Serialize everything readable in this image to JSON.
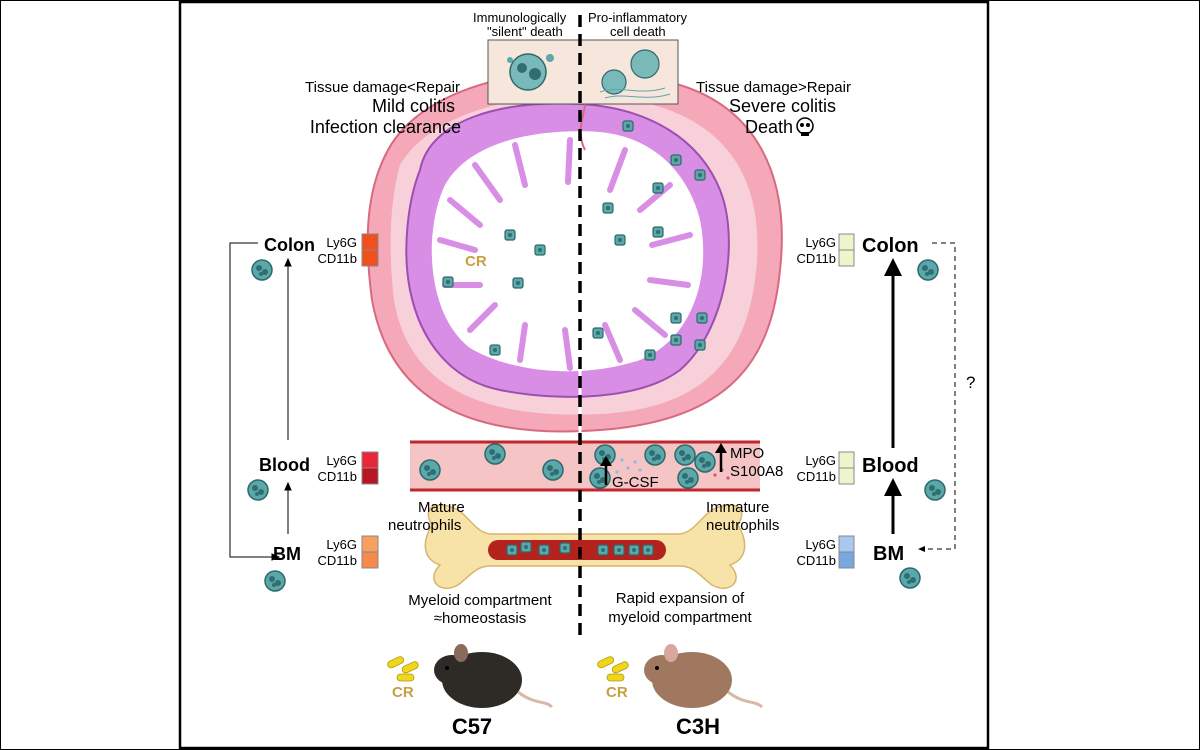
{
  "top": {
    "silent_line1": "Immunologically",
    "silent_line2": "\"silent\" death",
    "proinf_line1": "Pro-inflammatory",
    "proinf_line2": "cell death"
  },
  "left_outcome": {
    "line1": "Tissue damage<Repair",
    "line2": "Mild colitis",
    "line3": "Infection clearance"
  },
  "right_outcome": {
    "line1": "Tissue damage>Repair",
    "line2": "Severe colitis",
    "line3": "Death"
  },
  "colon_label": "CR",
  "markers": {
    "ly6g": "Ly6G",
    "cd11b": "CD11b"
  },
  "compartments": {
    "colon": "Colon",
    "blood": "Blood",
    "bm": "BM"
  },
  "question_mark": "?",
  "blood_annotations": {
    "gcsf": "G-CSF",
    "mpo": "MPO",
    "s100a8": "S100A8"
  },
  "bone": {
    "left_line1": "Mature",
    "left_line2": "neutrophils",
    "right_line1": "Immature",
    "right_line2": "neutrophils"
  },
  "myeloid": {
    "left_line1": "Myeloid compartment",
    "left_line2": "≈homeostasis",
    "right_line1": "Rapid expansion of",
    "right_line2": "myeloid compartment"
  },
  "mice": {
    "left_cr": "CR",
    "right_cr": "CR",
    "left_strain": "C57",
    "right_strain": "C3H"
  },
  "colors": {
    "left_colon_marker": "#f0501e",
    "left_blood_marker": "#d4141e",
    "left_bm_marker": "#f7a060",
    "right_colon_marker": "#eef4cc",
    "right_blood_marker": "#eef4cc",
    "right_bm_marker": "#8fb8ea",
    "colon_outer": "#f4a8b8",
    "mucosa": "#d98ee6",
    "cell": "#5ba7a9",
    "bone": "#f7e2a8",
    "marrow": "#b3221c",
    "vessel": "#f5c4c4",
    "bacteria": "#f0d61a",
    "cr_text": "#c8a040"
  }
}
